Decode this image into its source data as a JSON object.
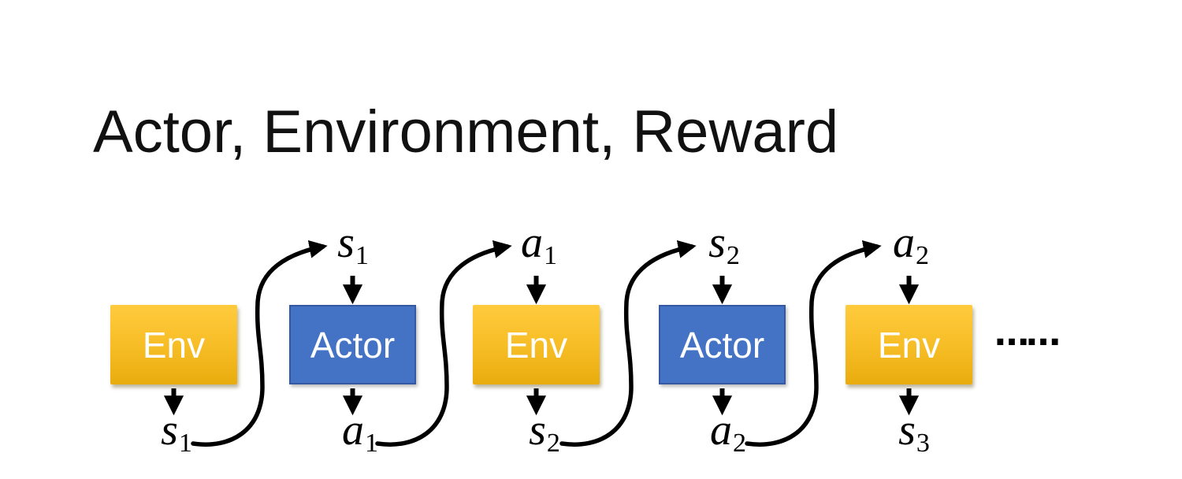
{
  "title": "Actor, Environment, Reward",
  "diagram": {
    "boxes": [
      {
        "label": "Env",
        "type": "environment"
      },
      {
        "label": "Actor",
        "type": "actor"
      },
      {
        "label": "Env",
        "type": "environment"
      },
      {
        "label": "Actor",
        "type": "actor"
      },
      {
        "label": "Env",
        "type": "environment"
      }
    ],
    "top_labels": [
      {
        "base": "s",
        "sub": "1"
      },
      {
        "base": "a",
        "sub": "1"
      },
      {
        "base": "s",
        "sub": "2"
      },
      {
        "base": "a",
        "sub": "2"
      }
    ],
    "bottom_labels": [
      {
        "base": "s",
        "sub": "1"
      },
      {
        "base": "a",
        "sub": "1"
      },
      {
        "base": "s",
        "sub": "2"
      },
      {
        "base": "a",
        "sub": "2"
      },
      {
        "base": "s",
        "sub": "3"
      }
    ],
    "ellipsis": "……",
    "colors": {
      "env_top": "#FFCB3E",
      "env_bottom": "#E9AC0E",
      "actor_fill": "#4472C4",
      "actor_border": "#3459A2",
      "arrow": "#000000"
    }
  }
}
